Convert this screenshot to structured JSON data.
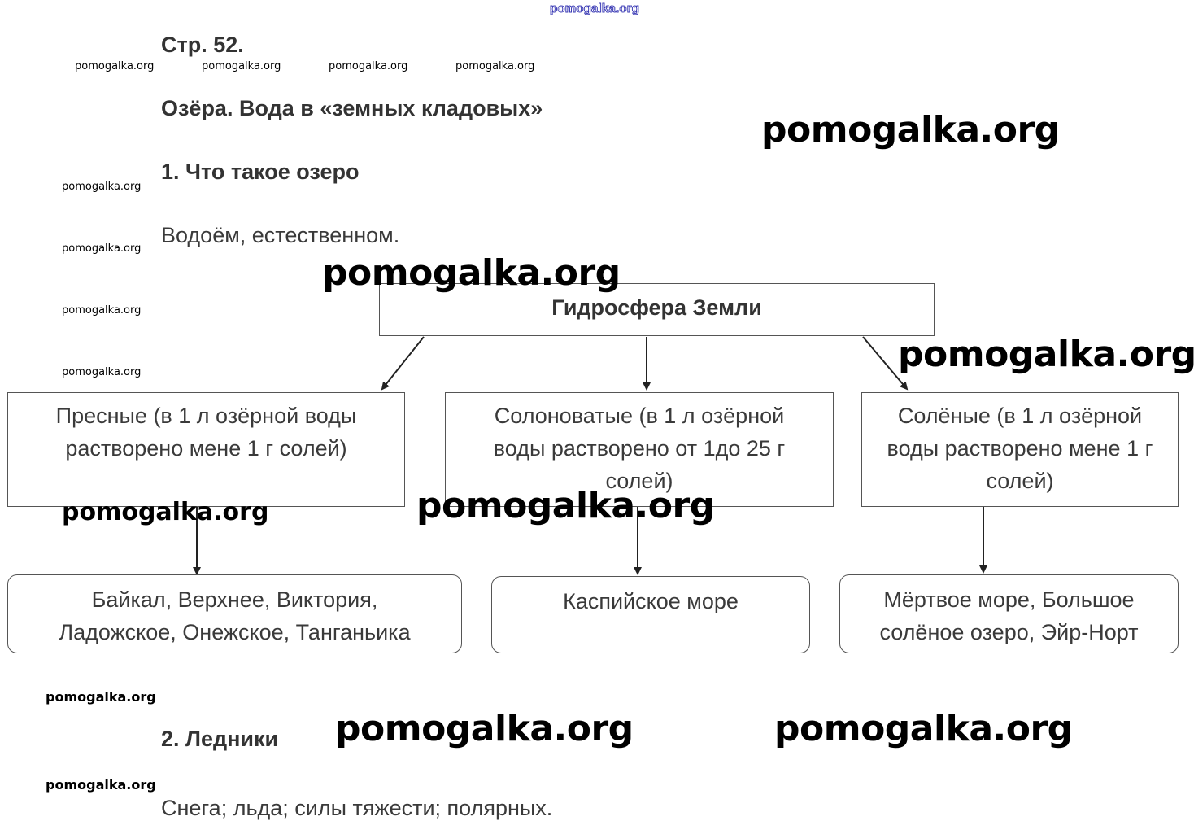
{
  "watermark": "pomogalka.org",
  "page": {
    "number": "Стр. 52.",
    "topic": "Озёра. Вода в «земных кладовых»",
    "q1": {
      "title": "1. Что такое озеро",
      "answer": "Водоём, естественном."
    },
    "q2": {
      "title": "2. Ледники",
      "answer": "Снега; льда; силы тяжести; полярных."
    }
  },
  "diagram": {
    "root": "Гидросфера Земли",
    "categories": [
      {
        "label": "Пресные (в 1 л озёрной воды растворено мене 1 г солей)",
        "examples": "Байкал, Верхнее, Виктория, Ладожское, Онежское, Танганьика"
      },
      {
        "label": "Солоноватые (в 1 л озёрной воды растворено от 1до 25 г солей)",
        "examples": "Каспийское море"
      },
      {
        "label": "Солёные (в 1 л озёрной воды растворено мене 1 г солей)",
        "examples": "Мёртвое море, Большое солёное озеро, Эйр-Норт"
      }
    ]
  }
}
